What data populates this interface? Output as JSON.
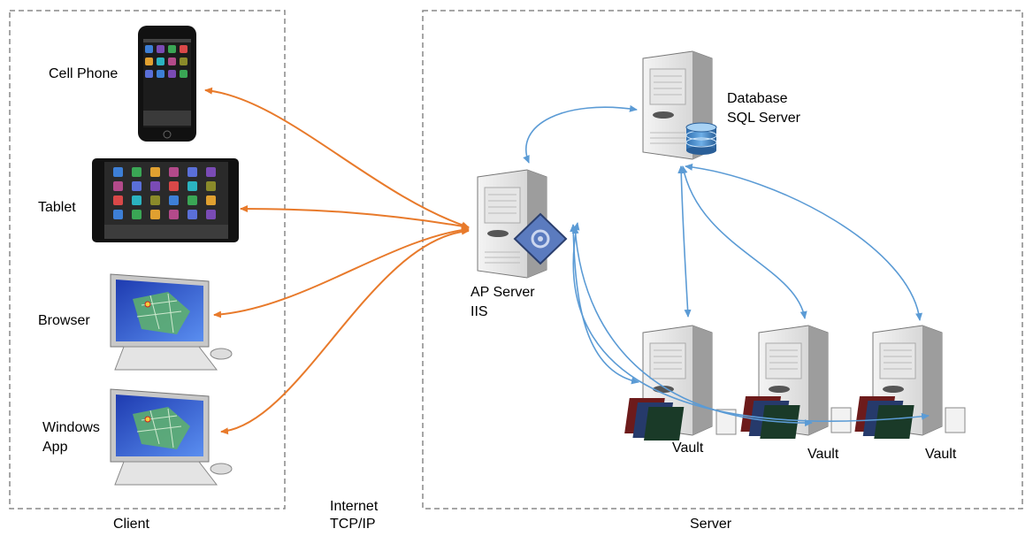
{
  "groups": {
    "client": "Client",
    "server": "Server"
  },
  "network": {
    "line1": "Internet",
    "line2": "TCP/IP"
  },
  "clients": {
    "cell_phone": "Cell Phone",
    "tablet": "Tablet",
    "browser": "Browser",
    "windows_app_line1": "Windows",
    "windows_app_line2": "App"
  },
  "servers": {
    "database_line1": "Database",
    "database_line2": "SQL Server",
    "ap_line1": "AP Server",
    "ap_line2": "IIS",
    "vault1": "Vault",
    "vault2": "Vault",
    "vault3": "Vault"
  },
  "colors": {
    "client_link": "#e87a2b",
    "server_link": "#5b9bd5",
    "group_border": "#888888"
  }
}
